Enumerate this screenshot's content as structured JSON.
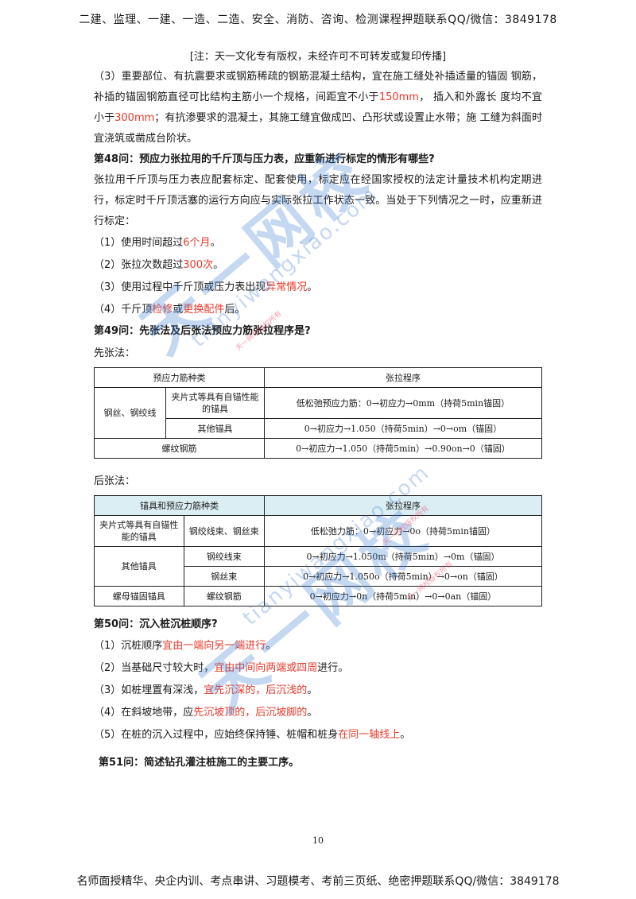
{
  "header": "二建、监理、一建、一造、二造、安全、消防、咨询、检测课程押题联系QQ/微信：3849178",
  "notice": "[注：天一文化专有版权，未经许可不可转发或复印传播]",
  "intro": {
    "t1": "（3）重要部位、有抗震要求或钢筋稀疏的钢筋混凝土结构，宜在施工缝处补插适量的锚固 钢筋，补插的锚固钢筋直径可比结构主筋小一个规格，间距宜不小于",
    "r1": "150mm",
    "t2": "， 插入和外露长 度均不宜小于",
    "r2": "300mm",
    "t3": "；有抗渗要求的混凝土，其施工缝宜做成凹、凸形状或设置止水带；施 工缝为斜面时宜浇筑或凿成台阶状。"
  },
  "q48": {
    "title": "第48问：预应力张拉用的千斤顶与压力表，应重新进行标定的情形有哪些?",
    "body": "张拉用千斤顶与压力表应配套标定、配套使用，标定应在经国家授权的法定计量技术机构定期进行，标定时千斤顶活塞的运行方向应与实际张拉工作状态一致。当处于下列情况之一时，应重新进行标定：",
    "items": [
      {
        "pre": "（1）使用时间超过",
        "red": "6个月",
        "post": "。"
      },
      {
        "pre": "（2）张拉次数超过",
        "red": "300次",
        "post": "。"
      },
      {
        "pre": "（3）使用过程中千斤顶或压力表出现",
        "red": "异常情况",
        "post": "。"
      },
      {
        "pre": "（4）千斤顶",
        "red": "检修",
        "mid": "或",
        "red2": "更换配件",
        "post": "后。"
      }
    ]
  },
  "q49": {
    "title": "第49问：先张法及后张法预应力筋张拉程序是?",
    "pre_label": "先张法：",
    "t1": {
      "h1": "预应力筋种类",
      "h2": "张拉程序",
      "g1": "钢丝、钢绞线",
      "r1a": "夹片式等具有自锚性能的锚具",
      "r1b": "低松弛预应力筋：0→初应力→0mm（持荷5min锚固）",
      "r2a": "其他锚具",
      "r2b": "0→初应力→1.050（持荷5min）→0→om（锚固）",
      "r3a": "螺纹钢筋",
      "r3b": "0→初应力→1.050（持荷5min）→0.90on→0（锚固）"
    },
    "post_label": "后张法：",
    "t2": {
      "h1": "锚具和预应力筋种类",
      "h2": "张拉程序",
      "r1a": "夹片式等具有自锚性能的锚具",
      "r1b": "钢绞线束、钢丝束",
      "r1c": "低松弛力筋：0→初应力→0o（持荷5min锚固）",
      "g2": "其他锚具",
      "r2b": "钢绞线束",
      "r2c": "0→初应力→1.050m（持荷5min）→0m（锚固）",
      "r3b": "钢丝束",
      "r3c": "0→初应力→1.050o（持荷5min）→0→on（锚固）",
      "r4a": "螺母锚固锚具",
      "r4b": "螺纹钢筋",
      "r4c": "0→初应力→0n（持荷5min）→0→0an（锚固）"
    }
  },
  "q50": {
    "title": "第50问：沉入桩沉桩顺序?",
    "items": [
      {
        "pre": "（1）沉桩顺序",
        "red": "宜由一端向另一端进行",
        "post": "。"
      },
      {
        "pre": "（2）当基础尺寸较大时，",
        "red": "宜由中间向两端或四周",
        "post": "进行。"
      },
      {
        "pre": "（3）如桩埋置有深浅，",
        "red": "宜先沉深的，后沉浅的",
        "post": "。"
      },
      {
        "pre": "（4）在斜坡地带，应",
        "red": "先沉坡顶的，后沉坡脚的",
        "post": "。"
      },
      {
        "pre": "（5）在桩的沉入过程中，应始终保持锤、桩帽和桩身",
        "red": "在同一轴线上",
        "post": "。"
      }
    ]
  },
  "q51": {
    "title": "第51问：简述钻孔灌注桩施工的主要工序。"
  },
  "page_number": "10",
  "footer": "名师面授精华、央企内训、考点串讲、习题模考、考前三页纸、绝密押题联系QQ/微信：3849178",
  "watermark": {
    "main_text": "天一网校",
    "url_text": "tianyiwangxiao.com",
    "small_text": "天一网校版权所有",
    "color": "#3f7fd0"
  }
}
